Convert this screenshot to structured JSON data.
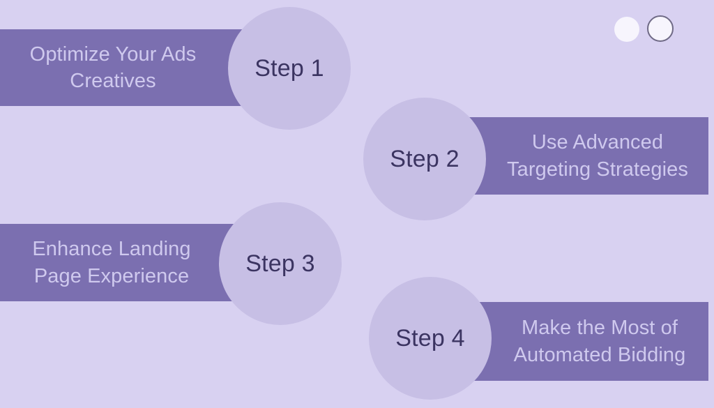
{
  "slide": {
    "background_color": "#d8d1f1",
    "bar_color": "#7b6fb0",
    "circle_color": "#c7bfe5",
    "bar_text_color": "#cfc9ee",
    "step_text_color": "#3b3461"
  },
  "steps": [
    {
      "step_label": "Step 1",
      "description": "Optimize Your Ads\nCreatives",
      "side": "left"
    },
    {
      "step_label": "Step 2",
      "description": "Use Advanced\nTargeting Strategies",
      "side": "right"
    },
    {
      "step_label": "Step 3",
      "description": "Enhance Landing\nPage Experience",
      "side": "left"
    },
    {
      "step_label": "Step 4",
      "description": "Make the Most of\nAutomated Bidding",
      "side": "right"
    }
  ],
  "decoration": {
    "dot_filled": "filled-circle-icon",
    "dot_outlined": "outlined-circle-icon",
    "dot_filled_color": "#f7f5fd",
    "dot_outlined_border_color": "#6f6a86"
  }
}
